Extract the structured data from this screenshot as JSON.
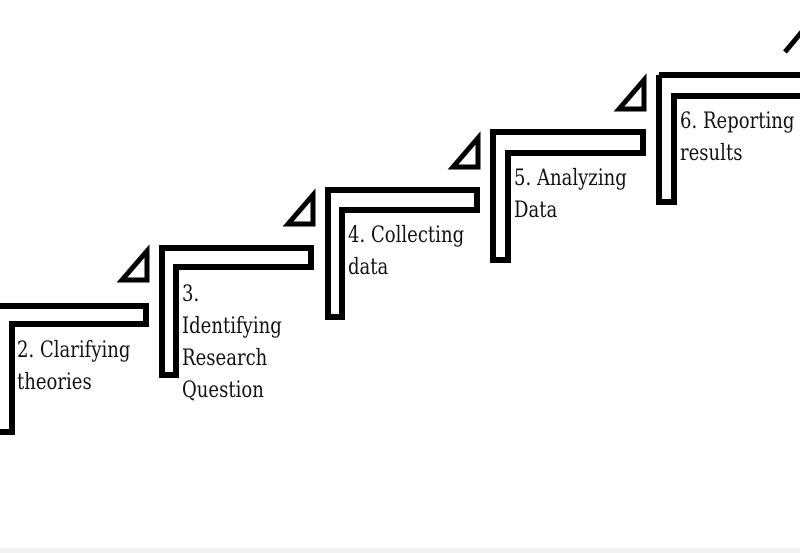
{
  "diagram": {
    "steps": [
      {
        "label_lines": [
          "2. Clarifying",
          "theories"
        ]
      },
      {
        "label_lines": [
          "3.",
          "Identifying",
          "Research",
          "Question"
        ]
      },
      {
        "label_lines": [
          "4. Collecting",
          "data"
        ]
      },
      {
        "label_lines": [
          "5. Analyzing",
          "Data"
        ]
      },
      {
        "label_lines": [
          "6. Reporting",
          "results"
        ]
      }
    ],
    "stroke_color": "#000000",
    "background_color": "#ffffff"
  }
}
